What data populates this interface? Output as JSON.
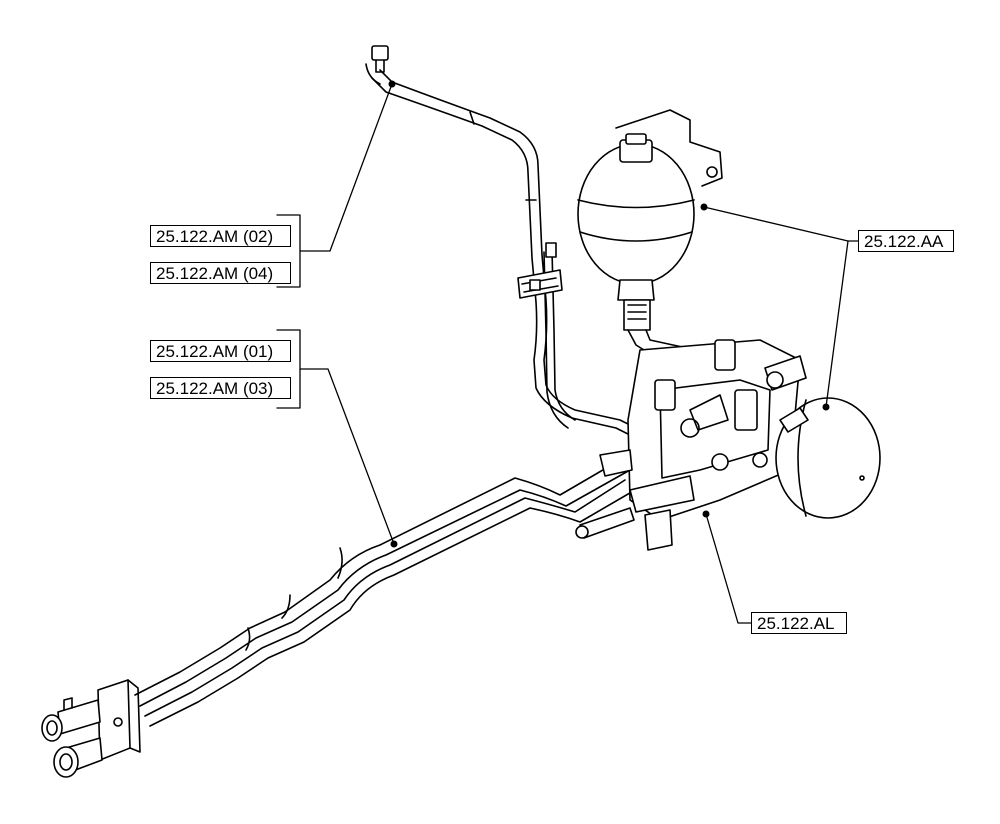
{
  "callouts": {
    "am02": "25.122.AM (02)",
    "am04": "25.122.AM (04)",
    "am01": "25.122.AM (01)",
    "am03": "25.122.AM (03)",
    "aa": "25.122.AA",
    "al": "25.122.AL"
  },
  "colors": {
    "line": "#000000",
    "fill": "#ffffff"
  }
}
